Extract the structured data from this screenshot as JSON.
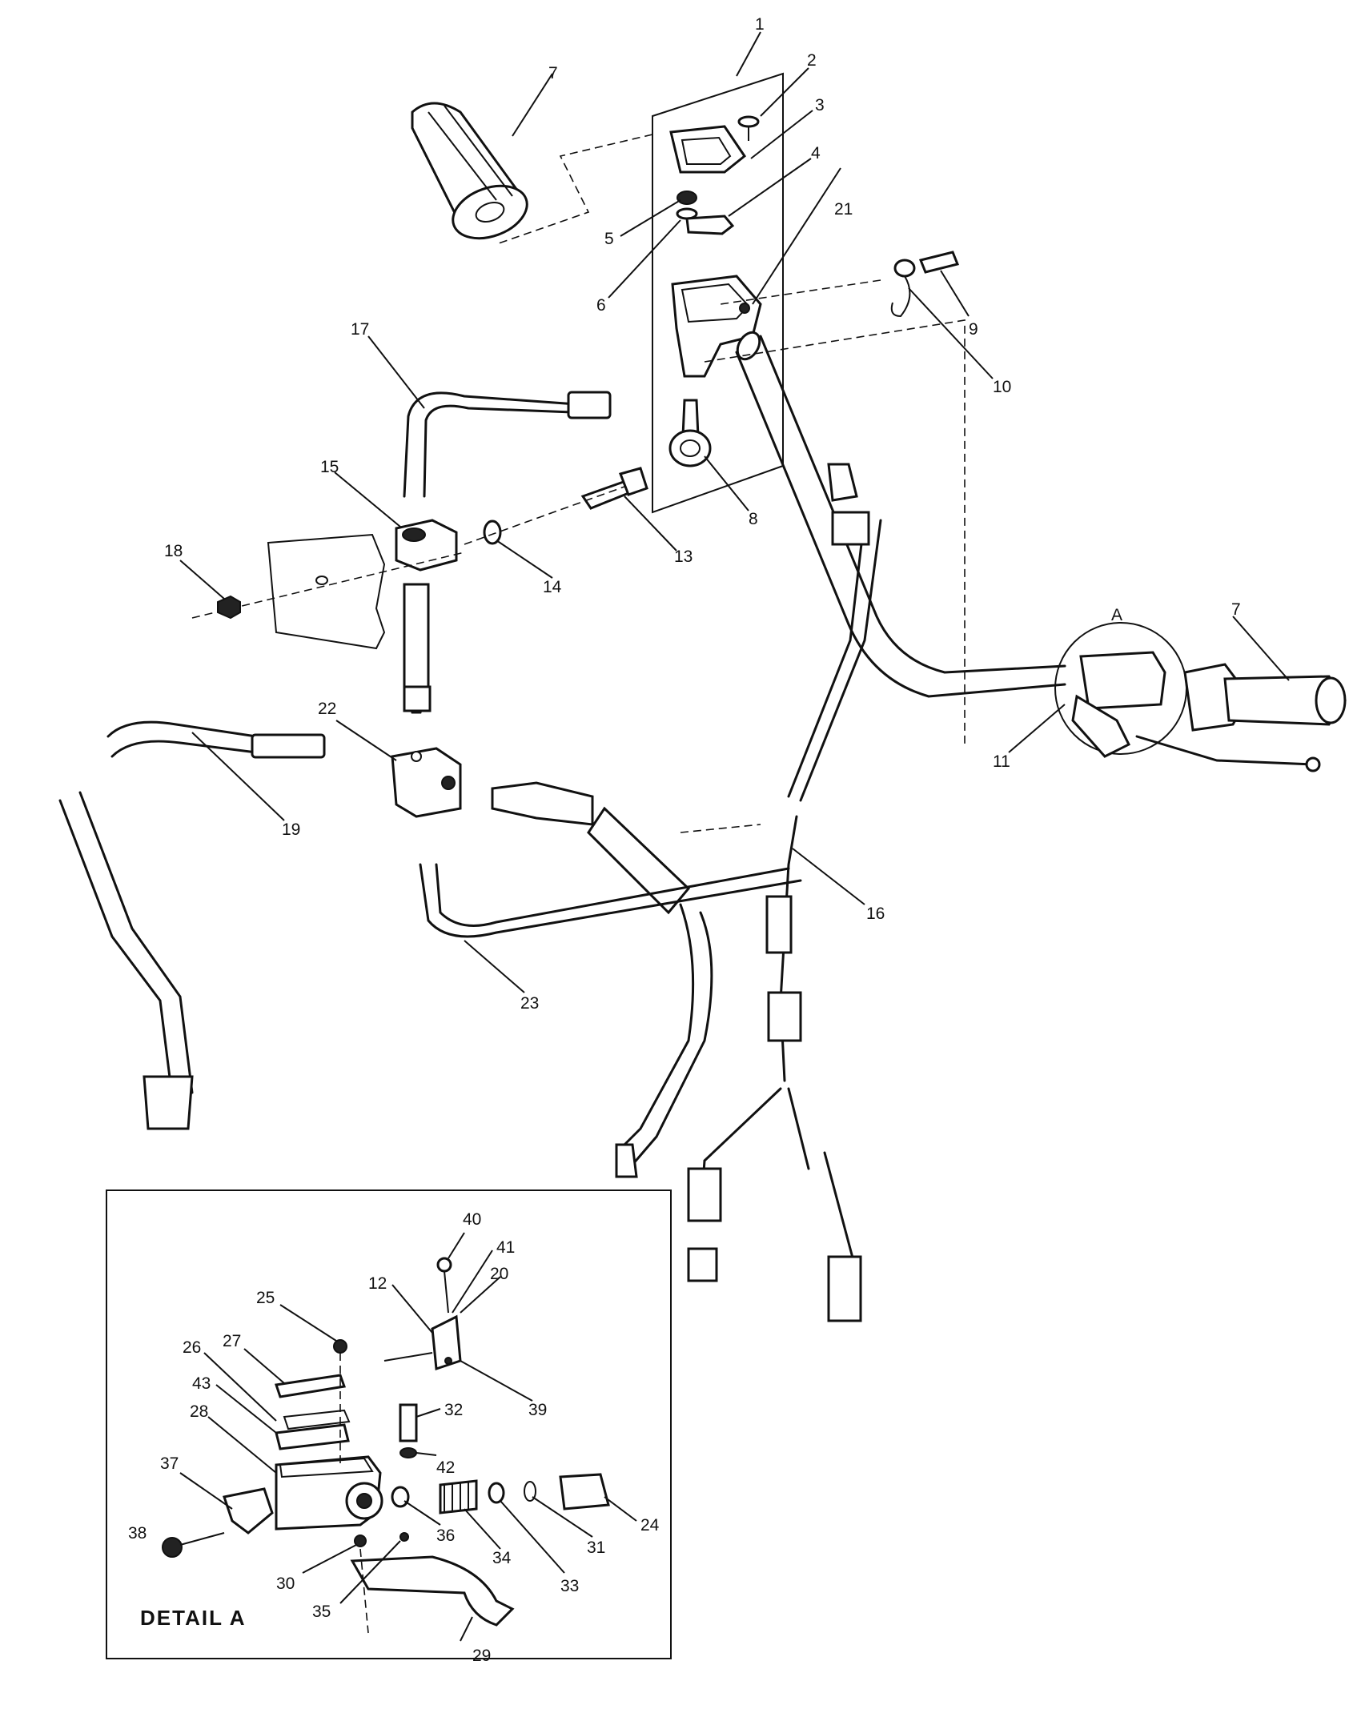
{
  "detail_title": "DETAIL A",
  "detail_ref": "A",
  "callouts": [
    "1",
    "2",
    "3",
    "4",
    "5",
    "6",
    "7",
    "7",
    "8",
    "9",
    "10",
    "11",
    "12",
    "13",
    "14",
    "15",
    "16",
    "17",
    "18",
    "19",
    "20",
    "21",
    "22",
    "23",
    "24",
    "25",
    "26",
    "27",
    "28",
    "29",
    "30",
    "31",
    "32",
    "33",
    "34",
    "35",
    "36",
    "37",
    "38",
    "39",
    "40",
    "41",
    "42",
    "43"
  ]
}
